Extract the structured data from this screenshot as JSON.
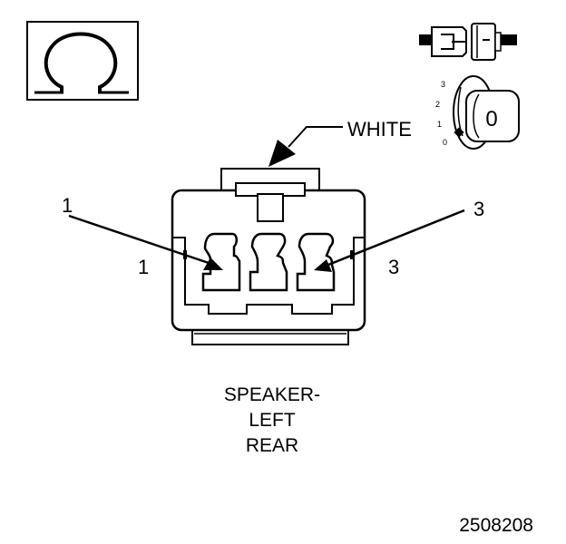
{
  "symbol": {
    "name": "ohm-symbol",
    "glyph": "Ω"
  },
  "connector_color_label": "WHITE",
  "pin_labels": {
    "left_callout": "1",
    "right_callout": "3",
    "left_side": "1",
    "right_side": "3"
  },
  "ignition_switch": {
    "positions": [
      "3",
      "2",
      "1",
      "0"
    ],
    "key_label": "0"
  },
  "caption": {
    "line1": "SPEAKER-",
    "line2": "LEFT",
    "line3": "REAR"
  },
  "figure_id": "2508208"
}
